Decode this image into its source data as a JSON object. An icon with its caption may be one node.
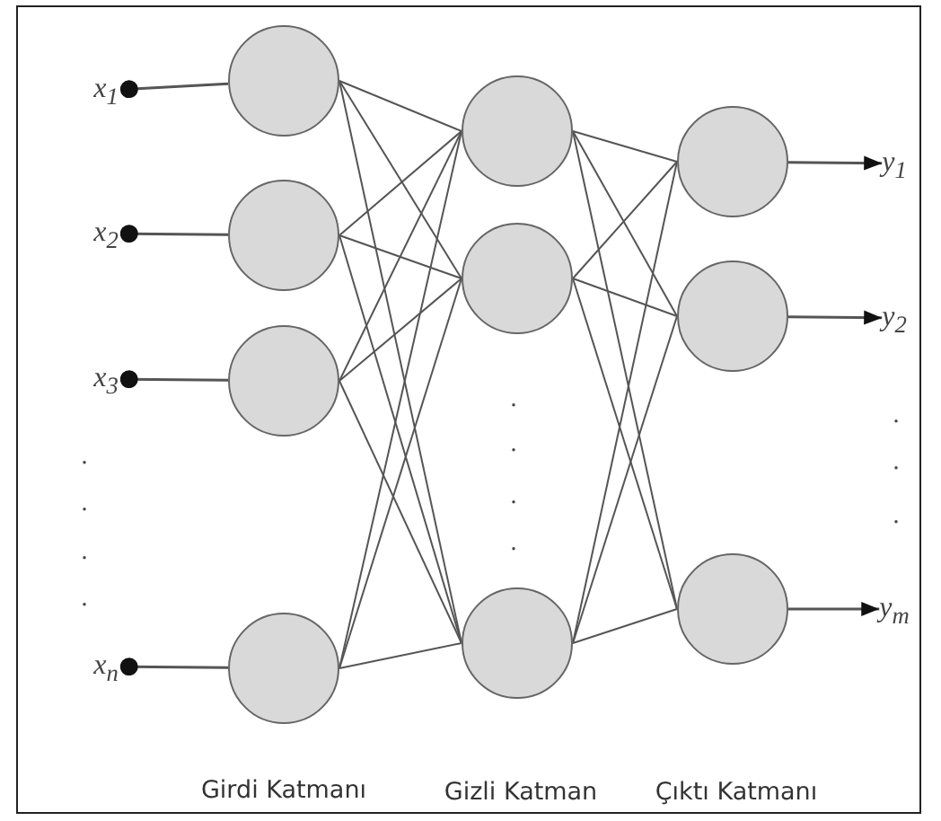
{
  "diagram": {
    "nodes": [
      {
        "text": [
          "x$_{1}$"
        ]
      },
      {
        "text": [
          "x$_{2}$"
        ]
      },
      {
        "text": [
          "x$_{3}$"
        ]
      },
      {
        "text": [
          "x$_{n}$"
        ]
      },
      {
        "text": [],
        "shape": "circle"
      },
      {
        "text": [],
        "shape": "circle"
      },
      {
        "text": [],
        "shape": "circle"
      },
      {
        "text": [],
        "shape": "circle"
      },
      {
        "text": [],
        "shape": "circle"
      },
      {
        "text": [],
        "shape": "circle"
      },
      {
        "text": [],
        "shape": "circle"
      },
      {
        "text": [],
        "shape": "circle"
      },
      {
        "text": [],
        "shape": "circle"
      },
      {
        "text": [],
        "shape": "circle"
      },
      {
        "text": [
          "y$_{1}$"
        ]
      },
      {
        "text": [
          "y$_{2}$"
        ]
      },
      {
        "text": [
          "y$_{m}$"
        ]
      }
    ],
    "edges": [
      {
        "from": 0,
        "to": 4,
        "arrow": "other"
      },
      {
        "from": 1,
        "to": 5,
        "arrow": "other"
      },
      {
        "from": 2,
        "to": 6,
        "arrow": "other"
      },
      {
        "from": 3,
        "to": 7,
        "arrow": "other"
      },
      {
        "from": 4,
        "to": 8,
        "arrow": "none"
      },
      {
        "from": 4,
        "to": 9,
        "arrow": "none"
      },
      {
        "from": 4,
        "to": 10,
        "arrow": "none"
      },
      {
        "from": 5,
        "to": 8,
        "arrow": "none"
      },
      {
        "from": 5,
        "to": 9,
        "arrow": "none"
      },
      {
        "from": 5,
        "to": 10,
        "arrow": "none"
      },
      {
        "from": 6,
        "to": 8,
        "arrow": "none"
      },
      {
        "from": 6,
        "to": 9,
        "arrow": "none"
      },
      {
        "from": 6,
        "to": 10,
        "arrow": "none"
      },
      {
        "from": 7,
        "to": 8,
        "arrow": "none"
      },
      {
        "from": 7,
        "to": 9,
        "arrow": "none"
      },
      {
        "from": 7,
        "to": 10,
        "arrow": "none"
      },
      {
        "from": 8,
        "to": 11,
        "arrow": "none"
      },
      {
        "from": 8,
        "to": 12,
        "arrow": "none"
      },
      {
        "from": 8,
        "to": 13,
        "arrow": "none"
      },
      {
        "from": 9,
        "to": 11,
        "arrow": "none"
      },
      {
        "from": 9,
        "to": 12,
        "arrow": "none"
      },
      {
        "from": 9,
        "to": 13,
        "arrow": "none"
      },
      {
        "from": 10,
        "to": 11,
        "arrow": "none"
      },
      {
        "from": 10,
        "to": 12,
        "arrow": "none"
      },
      {
        "from": 10,
        "to": 13,
        "arrow": "none"
      },
      {
        "from": 11,
        "to": 14,
        "arrow": "to"
      },
      {
        "from": 12,
        "to": 15,
        "arrow": "to"
      },
      {
        "from": 13,
        "to": 16,
        "arrow": "to"
      }
    ],
    "labels": [
      ".",
      ".",
      ".",
      ".",
      ".",
      ".",
      ".",
      ".",
      ".",
      ".",
      ".",
      "Girdi Katmanı",
      "Gizli Katman",
      "Çıktı Katmanı"
    ]
  }
}
